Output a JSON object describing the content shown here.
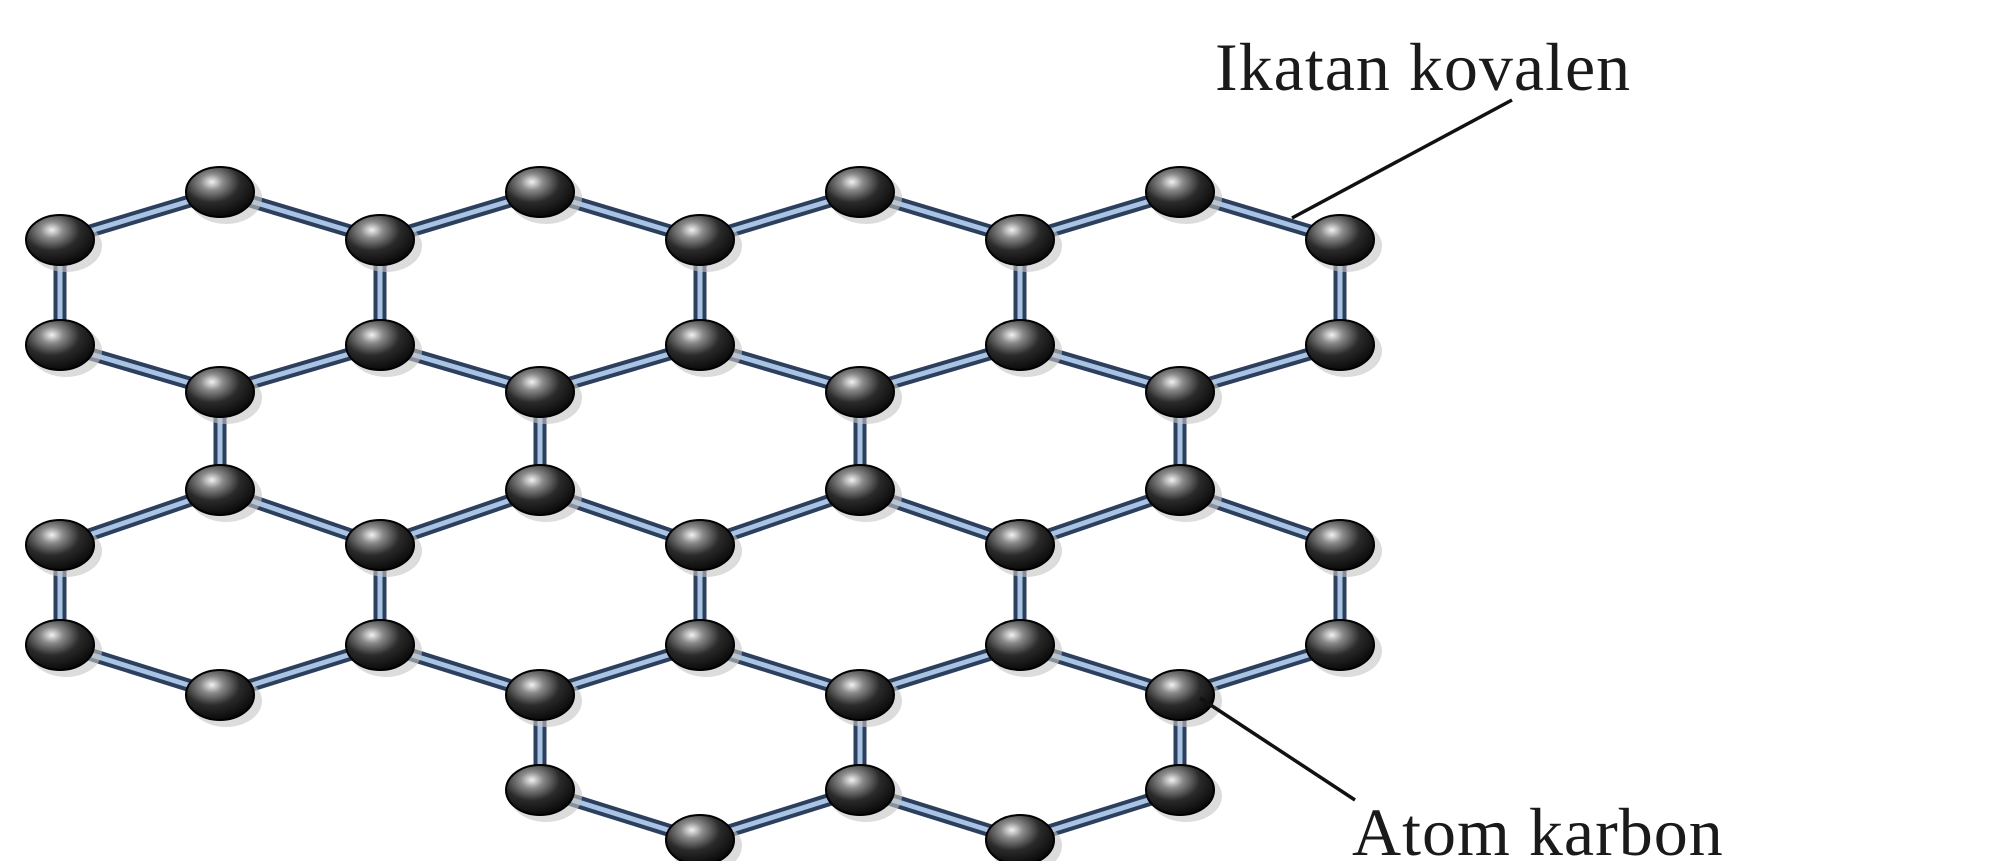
{
  "labels": {
    "covalent_bond": "Ikatan kovalen",
    "carbon_atom": "Atom karbon"
  },
  "colors": {
    "background": "#ffffff",
    "bond_outer": "#2c3f5c",
    "bond_inner": "#a9c3e4",
    "atom_dark": "#141414",
    "atom_highlight": "#e8e8e8",
    "text": "#1a1a1a"
  },
  "lattice": {
    "structure": "hexagonal honeycomb (graphene sheet)"
  }
}
